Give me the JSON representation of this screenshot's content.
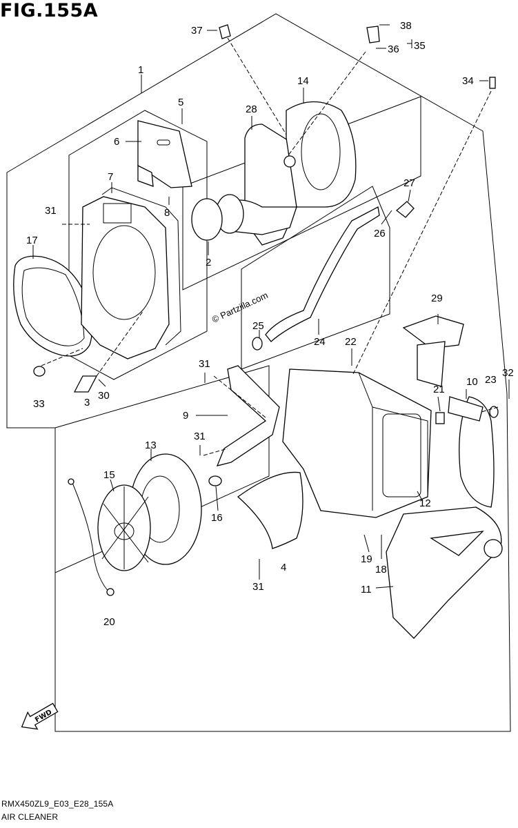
{
  "figure": {
    "title": "FIG.155A",
    "code": "RMX450ZL9_E03_E28_155A",
    "name": "AIR CLEANER",
    "watermark": "© Partzilla.com",
    "direction_label": "FWD"
  },
  "callouts": [
    {
      "num": "1"
    },
    {
      "num": "2"
    },
    {
      "num": "3"
    },
    {
      "num": "4"
    },
    {
      "num": "5"
    },
    {
      "num": "6"
    },
    {
      "num": "7"
    },
    {
      "num": "8"
    },
    {
      "num": "9"
    },
    {
      "num": "10"
    },
    {
      "num": "11"
    },
    {
      "num": "12"
    },
    {
      "num": "13"
    },
    {
      "num": "14"
    },
    {
      "num": "15"
    },
    {
      "num": "16"
    },
    {
      "num": "17"
    },
    {
      "num": "18"
    },
    {
      "num": "19"
    },
    {
      "num": "20"
    },
    {
      "num": "21"
    },
    {
      "num": "22"
    },
    {
      "num": "23"
    },
    {
      "num": "24"
    },
    {
      "num": "25"
    },
    {
      "num": "26"
    },
    {
      "num": "27"
    },
    {
      "num": "28"
    },
    {
      "num": "29"
    },
    {
      "num": "30"
    },
    {
      "num": "31"
    },
    {
      "num": "31"
    },
    {
      "num": "31"
    },
    {
      "num": "31"
    },
    {
      "num": "32"
    },
    {
      "num": "33"
    },
    {
      "num": "34"
    },
    {
      "num": "35"
    },
    {
      "num": "36"
    },
    {
      "num": "37"
    },
    {
      "num": "38"
    }
  ]
}
